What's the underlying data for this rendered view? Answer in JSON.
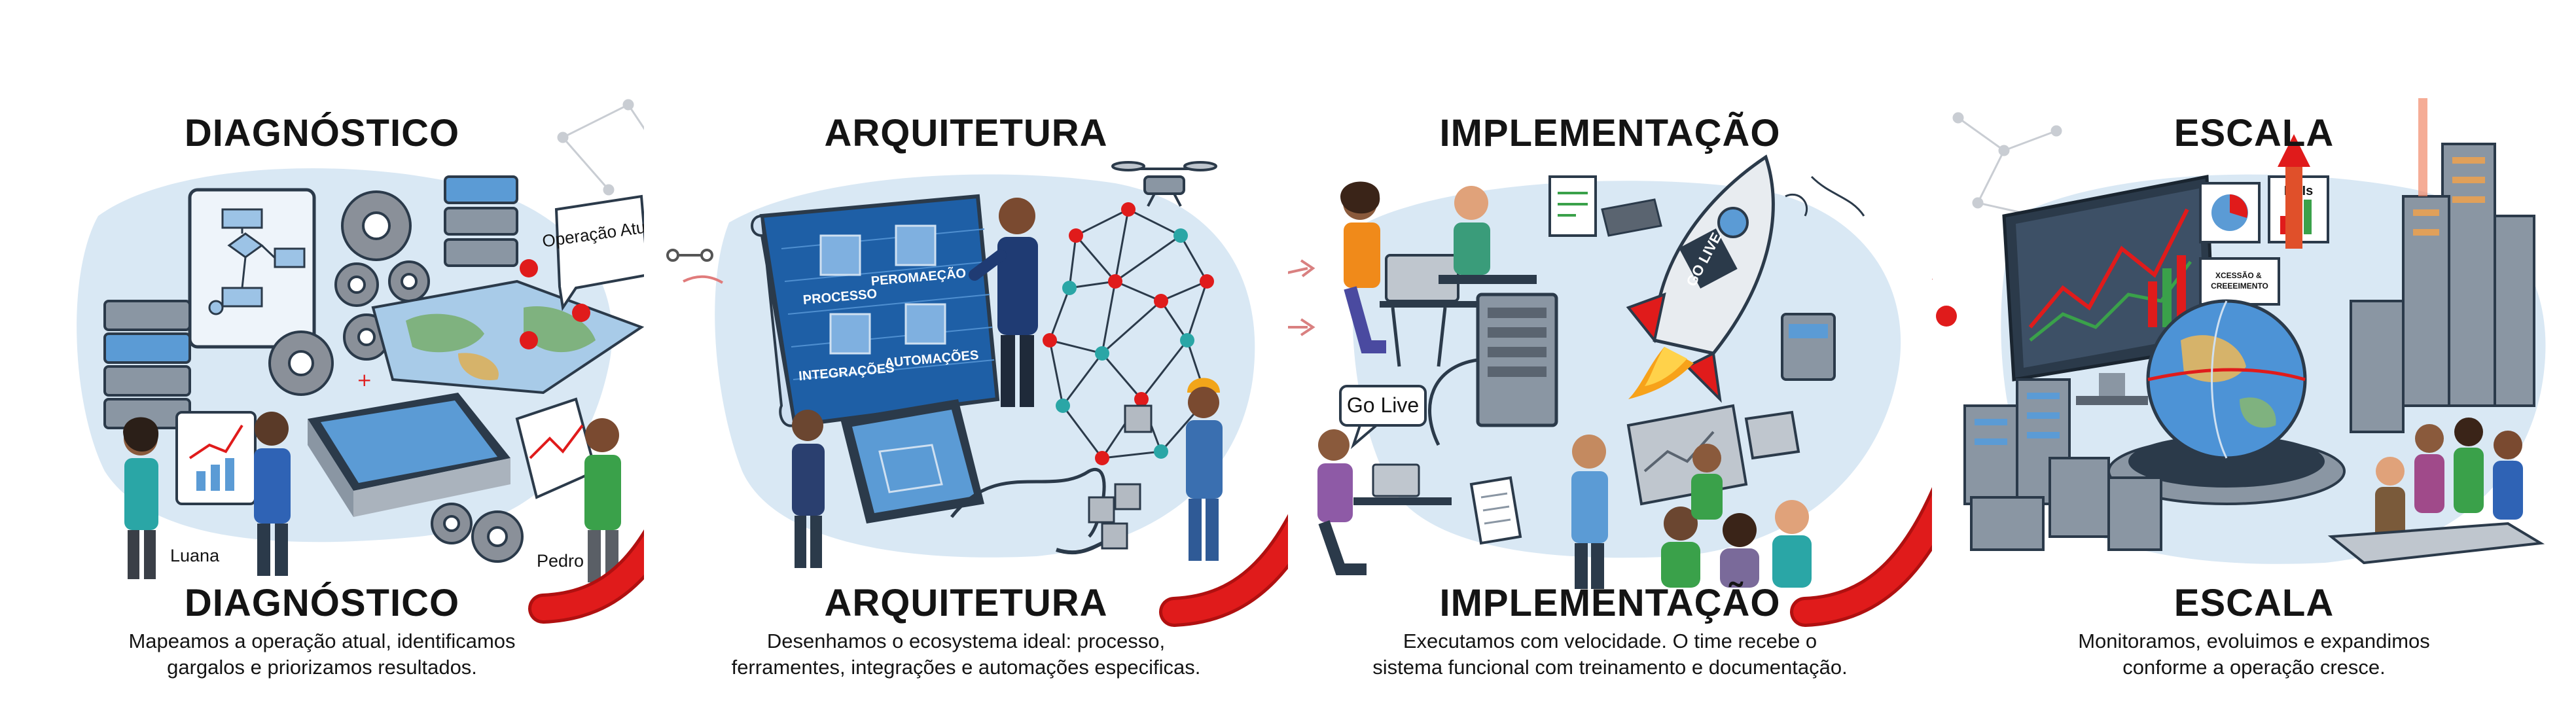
{
  "panels": [
    {
      "heading": "DIAGNÓSTICO",
      "subheading": "DIAGNÓSTICO",
      "description_lines": [
        "Mapeamos a operação atual, identificamos",
        "gargalos e priorizamos resultados."
      ],
      "bubble": "Operação Atual",
      "names": [
        "Luana",
        "Pedro"
      ]
    },
    {
      "heading": "ARQUITETURA",
      "subheading": "ARQUITETURA",
      "description_lines": [
        "Desenhamos o ecosystema ideal: processo,",
        "ferramentes, integrações e automações especificas."
      ],
      "blueprint_labels": [
        "PROCESSO",
        "PEROMAEÇÃO",
        "INTEGRAÇÕES",
        "AUTOMAÇÕES"
      ]
    },
    {
      "heading": "IMPLEMENTAÇÃO",
      "subheading": "IMPLEMENTAÇÃO",
      "description_lines": [
        "Executamos com velocidade. O time recebe o",
        "sistema funcional com treinamento e documentação."
      ],
      "bubble": "Go Live",
      "rocket_label": "GO LIVE"
    },
    {
      "heading": "ESCALA",
      "subheading": "ESCALA",
      "description_lines": [
        "Monitoramos, evoluimos e expandimos",
        "conforme a operação cresce."
      ],
      "card_labels": [
        "KPIs",
        "XCESSÃO & CREEEIMENTO"
      ]
    }
  ],
  "colors": {
    "accent_red": "#e01b1b",
    "blue_wash": "#d9e8f4",
    "text": "#141414"
  },
  "icons": [
    "flowchart-icon",
    "gear-icon",
    "server-icon",
    "map-icon",
    "drone-icon",
    "rocket-icon",
    "globe-icon",
    "chart-icon",
    "arrow-icon"
  ]
}
